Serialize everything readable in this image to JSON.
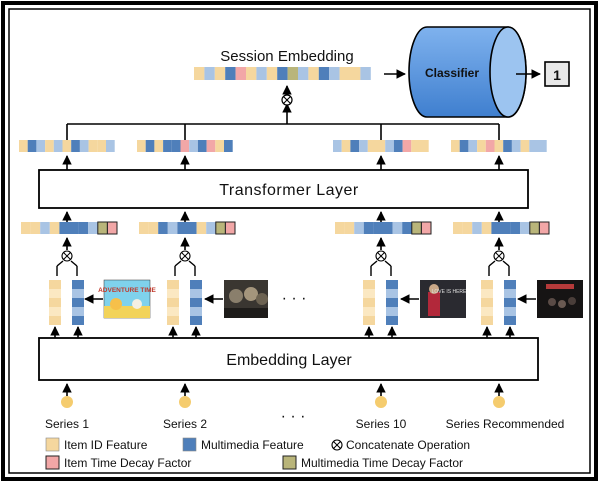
{
  "session_embedding_label": "Session Embedding",
  "classifier_label": "Classifier",
  "output_value": "1",
  "transformer_label": "Transformer  Layer",
  "embedding_label": "Embedding Layer",
  "ellipsis_mid": "· · ·",
  "ellipsis_bottom": "· · ·",
  "series": [
    {
      "label": "Series 1",
      "thumb": "ADVENTURE TIME"
    },
    {
      "label": "Series 2",
      "thumb": ""
    },
    {
      "label": "Series 10",
      "thumb": "LOVE IS HERE"
    },
    {
      "label": "Series Recommended",
      "thumb": ""
    }
  ],
  "legend": {
    "item_id": "Item ID Feature",
    "multimedia": "Multimedia Feature",
    "concat": "Concatenate Operation",
    "item_decay": "Item Time Decay Factor",
    "multimedia_decay": "Multimedia Time Decay Factor"
  },
  "colors": {
    "item_id": "#f5d79e",
    "multimedia": "#4f7fba",
    "item_decay": "#f2a7a7",
    "multimedia_decay": "#b9b57a",
    "light_blue": "#a9c4e4",
    "classifier_fill": "#5b97dc",
    "node": "#f5cc6e"
  }
}
